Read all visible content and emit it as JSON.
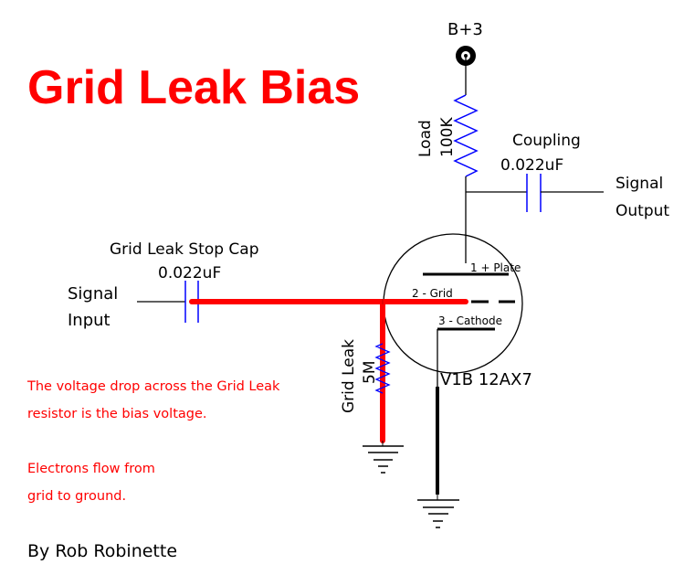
{
  "title": "Grid Leak Bias",
  "colors": {
    "title": "#ff0000",
    "grid_path": "#ff0000",
    "component": "#0000ff",
    "wire": "#000000",
    "background": "#ffffff"
  },
  "supply": {
    "label": "B+3",
    "icon": "terminal-icon"
  },
  "load_resistor": {
    "name": "Load",
    "value": "100K",
    "icon": "resistor-icon"
  },
  "coupling_cap": {
    "name": "Coupling",
    "value": "0.022uF",
    "icon": "capacitor-icon"
  },
  "output": {
    "line1": "Signal",
    "line2": "Output"
  },
  "input": {
    "line1": "Signal",
    "line2": "Input"
  },
  "stop_cap": {
    "name": "Grid Leak Stop Cap",
    "value": "0.022uF",
    "icon": "capacitor-icon"
  },
  "grid_leak_resistor": {
    "name": "Grid Leak",
    "value": "5M",
    "icon": "resistor-icon"
  },
  "tube": {
    "designator": "V1B 12AX7",
    "pins": {
      "plate": "1 + Plate",
      "grid": "2 - Grid",
      "cathode": "3 - Cathode"
    }
  },
  "notes": {
    "para1_line1": "The voltage drop across the Grid Leak",
    "para1_line2": "resistor is the bias voltage.",
    "para2_line1": "Electrons flow from",
    "para2_line2": "grid to ground."
  },
  "author": "By Rob Robinette"
}
